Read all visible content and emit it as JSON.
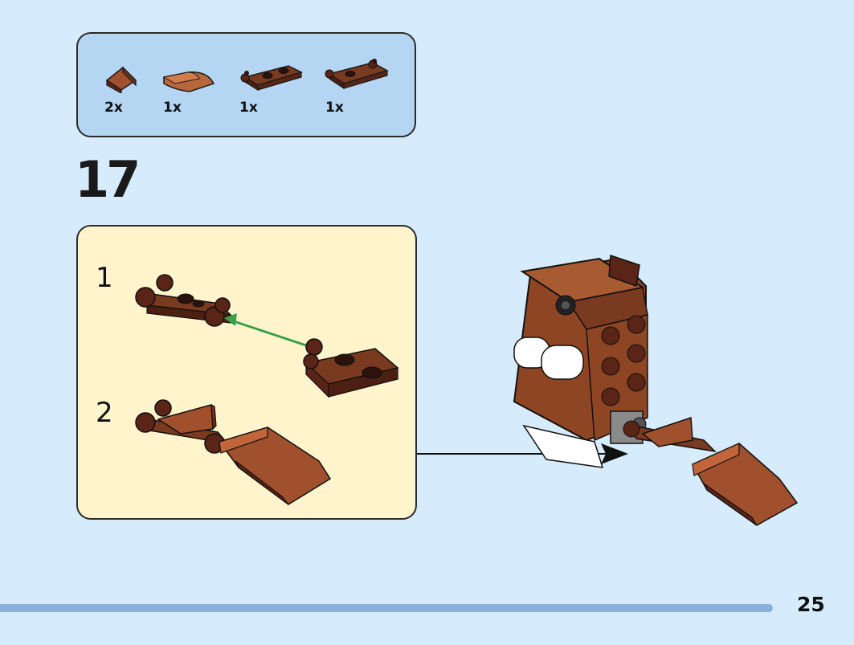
{
  "parts_list": {
    "items": [
      {
        "part": "slope-brick-icon",
        "quantity": "2x"
      },
      {
        "part": "curved-slope-icon",
        "quantity": "1x"
      },
      {
        "part": "clip-plate-left-icon",
        "quantity": "1x"
      },
      {
        "part": "clip-plate-right-icon",
        "quantity": "1x"
      }
    ]
  },
  "step": {
    "number": "17",
    "substeps": [
      {
        "label": "1"
      },
      {
        "label": "2"
      }
    ]
  },
  "colors": {
    "background": "#d6ebfb",
    "parts_box": "#b5d6f3",
    "substep_box": "#fff4cc",
    "brick_brown": "#9c4f2b",
    "brick_dark_brown": "#5a2416",
    "arrow_green": "#3aa04a",
    "page_bar": "#8aaede"
  },
  "footer": {
    "page_number": "25"
  }
}
